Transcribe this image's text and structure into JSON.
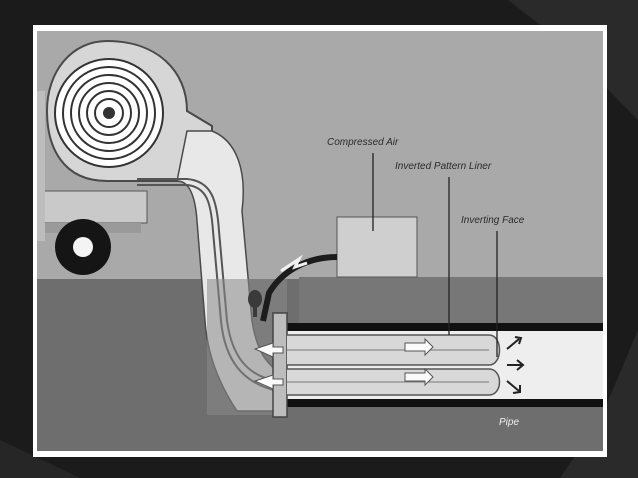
{
  "diagram": {
    "labels": {
      "compressed_air": "Compressed Air",
      "inverted_liner": "Inverted Pattern Liner",
      "inverting_face": "Inverting Face",
      "pipe": "Pipe"
    }
  },
  "colors": {
    "slide_background": "#1b1b1b",
    "corner_shape": "#2a2a2a",
    "sky": "#a9a9a9",
    "ground": "#6e6e6e",
    "pipe_interior": "#eeeeee",
    "liner": "#d8d8d8",
    "hose": "#1c1c1c"
  },
  "icons": [
    "blower-fan",
    "truck-wheel",
    "pressure-gauge",
    "flow-arrow"
  ]
}
